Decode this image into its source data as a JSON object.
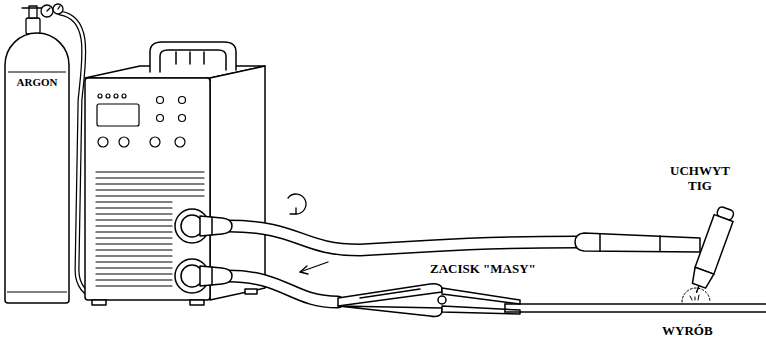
{
  "diagram": {
    "nodes": [
      {
        "text": [
          "ARGON"
        ]
      }
    ],
    "labels": [
      "UCHWYT TIG",
      "ZACISK \"MASY\"",
      "WYRÓB"
    ]
  }
}
